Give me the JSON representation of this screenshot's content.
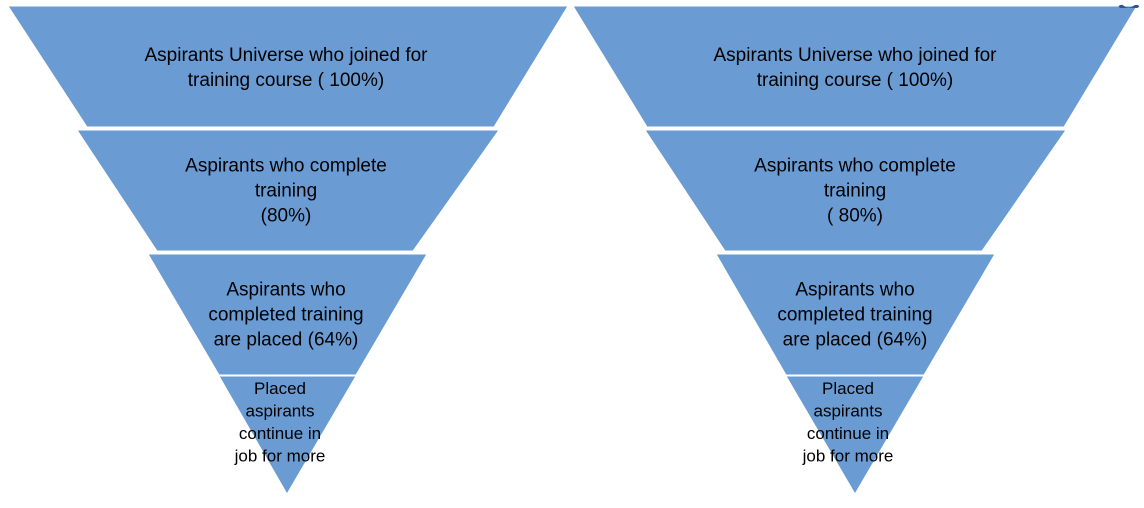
{
  "colors": {
    "segment_fill": "#6A9BD3",
    "segment_stroke": "#ffffff",
    "text": "#000000",
    "corner_accent": "#2F5597"
  },
  "funnels": [
    {
      "segments": [
        {
          "lines": [
            "Aspirants Universe who joined for",
            "training course ( 100%)"
          ]
        },
        {
          "lines": [
            "Aspirants who complete",
            "training",
            "(80%)"
          ]
        },
        {
          "lines": [
            "Aspirants who",
            "completed training",
            "are placed (64%)"
          ]
        },
        {
          "lines": [
            "Placed",
            "aspirants",
            "continue in",
            "job for more"
          ]
        }
      ]
    },
    {
      "segments": [
        {
          "lines": [
            "Aspirants Universe who joined for",
            "training course ( 100%)"
          ]
        },
        {
          "lines": [
            "Aspirants who complete",
            "training",
            "( 80%)"
          ]
        },
        {
          "lines": [
            "Aspirants who",
            "completed training",
            "are placed (64%)"
          ]
        },
        {
          "lines": [
            "Placed",
            "aspirants",
            "continue in",
            "job for more"
          ]
        }
      ]
    }
  ]
}
